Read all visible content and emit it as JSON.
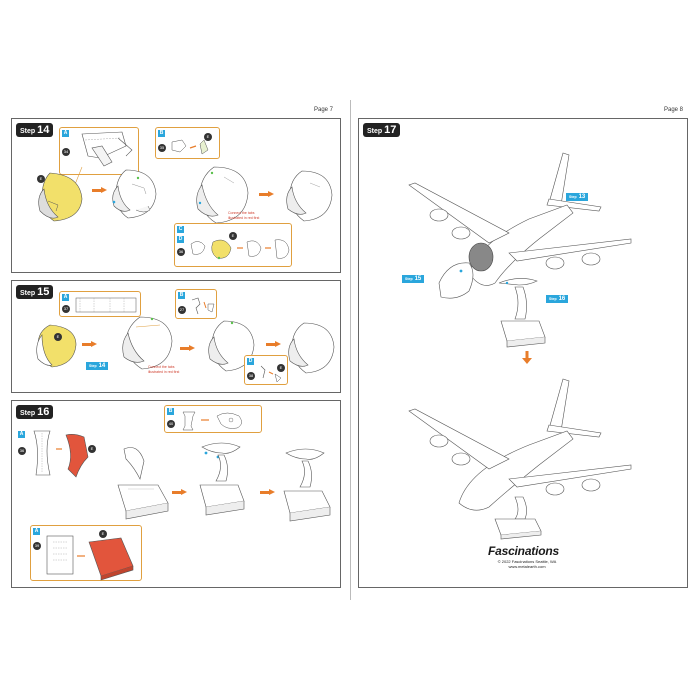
{
  "pages": {
    "left": {
      "label": "Page 7"
    },
    "right": {
      "label": "Page 8"
    }
  },
  "step_word": "Step",
  "steps": {
    "s14": {
      "number": "14",
      "subs": {
        "a": "A",
        "b": "B",
        "c": "C",
        "d": "D"
      },
      "parts": {
        "p34": "34",
        "p35": "35",
        "p36": "36",
        "pE1": "E",
        "pE2": "E",
        "pE3": "E"
      },
      "note_line1": "Connect the tabs",
      "note_line2": "illustrated in red first"
    },
    "s15": {
      "number": "15",
      "subs": {
        "a": "A",
        "b": "B",
        "c": "D"
      },
      "parts": {
        "p37": "37",
        "p27": "27",
        "p38": "38",
        "pE1": "E",
        "pE2": "E"
      },
      "note_line1": "Connect the tabs",
      "note_line2": "illustrated in red first",
      "ref_step": "14"
    },
    "s16": {
      "number": "16",
      "subs": {
        "a": "A",
        "b": "B",
        "c": "A"
      },
      "parts": {
        "p36": "36",
        "p40": "40",
        "p39": "39",
        "pE1": "E",
        "pE2": "E"
      }
    },
    "s17": {
      "number": "17",
      "refs": {
        "r13": "13",
        "r15": "15",
        "r16": "16"
      }
    }
  },
  "footer": {
    "brand": "Fascinations",
    "copyright": "© 2022 Fascinations Seattle, WA",
    "website": "www.metalearth.com"
  },
  "colors": {
    "accent_orange": "#e87d2a",
    "step_blue": "#2aa6dc",
    "part_yellow": "#f2e06a",
    "part_red": "#e2553c",
    "note_red": "#d04030"
  }
}
